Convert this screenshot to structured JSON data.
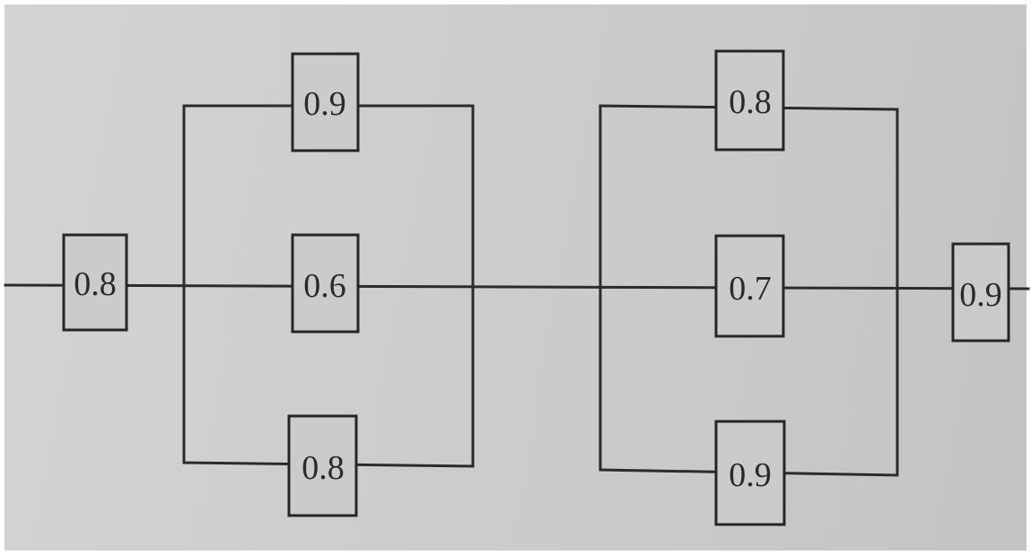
{
  "diagram": {
    "input_block": "0.8",
    "parallel_group_1": {
      "top": "0.9",
      "middle": "0.6",
      "bottom": "0.8"
    },
    "parallel_group_2": {
      "top": "0.8",
      "middle": "0.7",
      "bottom": "0.9"
    },
    "output_block": "0.9"
  },
  "colors": {
    "line": "#2b2b2b",
    "box_fill": "#cbcbcb",
    "paper": "#cecece"
  }
}
